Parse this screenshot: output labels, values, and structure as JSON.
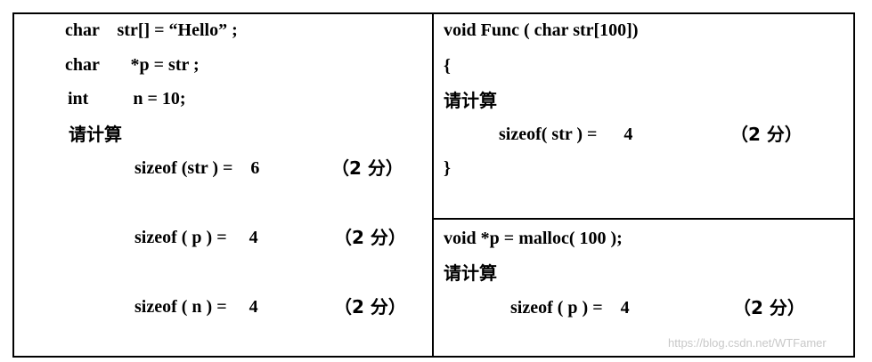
{
  "left_panel": {
    "decl1": "char    str[] = “Hello” ;",
    "decl2": "char       *p = str ;",
    "decl3": "int          n = 10;",
    "prompt": "请计算",
    "q1_expr": "sizeof (str ) =    6",
    "q1_score": "（2 分）",
    "q2_expr": "sizeof ( p ) =     4",
    "q2_score": "（2 分）",
    "q3_expr": "sizeof ( n ) =     4",
    "q3_score": "（2 分）"
  },
  "top_right_panel": {
    "line1": "void Func ( char str[100])",
    "line2": "{",
    "prompt": "请计算",
    "q_expr": "sizeof( str ) =      4",
    "q_score": "（2 分）",
    "line_end": "}"
  },
  "bottom_right_panel": {
    "line1": "void *p = malloc( 100 );",
    "prompt": "请计算",
    "q_expr": "sizeof ( p ) =    4",
    "q_score": "（2 分）"
  },
  "watermark": "https://blog.csdn.net/WTFamer"
}
